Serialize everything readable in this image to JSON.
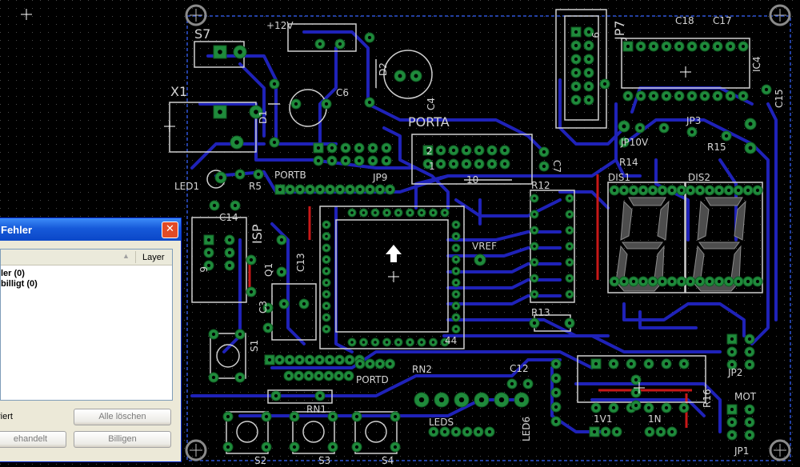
{
  "dialog": {
    "title": "Fehler",
    "close_glyph": "✕",
    "column_layer": "Layer",
    "items": [
      "ler (0)",
      "billigt (0)"
    ],
    "status_text": "riert",
    "buttons": {
      "clear_all": "Alle löschen",
      "handled": "ehandelt",
      "approve": "Billigen"
    }
  },
  "board": {
    "labels": {
      "s7": "S7",
      "x1": "X1",
      "plus12v": "+12V",
      "jp7": "JP7",
      "c18": "C18",
      "c17": "C17",
      "ic4": "IC4",
      "c15": "C15",
      "porta": "PORTA",
      "c4": "C4",
      "c6": "C6",
      "c7": "C7",
      "jp3": "JP3",
      "jp1ov": "JP10V",
      "r14": "R14",
      "r15": "R15",
      "led1": "LED1",
      "r5": "R5",
      "portb": "PORTB",
      "jp9": "JP9",
      "r12": "R12",
      "dis1": "DIS1",
      "dis2": "DIS2",
      "c14": "C14",
      "isp": "ISP",
      "vref": "VREF",
      "r13": "R13",
      "c3": "C3",
      "s1": "S1",
      "portd": "PORTD",
      "rn2": "RN2",
      "c12": "C12",
      "jp2": "JP2",
      "mot": "MOT",
      "rn1": "RN1",
      "led6": "LED6",
      "jp1": "JP1",
      "s2": "S2",
      "s3": "S3",
      "s4": "S4",
      "n44": "44",
      "lvw": "1V1",
      "ln": "1N",
      "d1": "D1",
      "d2": "D2",
      "r16": "R16",
      "leds": "LEDS",
      "q1": "Q1",
      "c13": "C13",
      "n1": "1",
      "n2": "2",
      "n6": "6",
      "n10": "10",
      "n9": "9"
    },
    "colors": {
      "background": "#000000",
      "track": "#1f22b8",
      "pad": "#1f8a3b",
      "silk": "#cfcfcf",
      "grid": "#3a3a3a",
      "red_track": "#c81818",
      "outline": "#2e52d6"
    }
  }
}
